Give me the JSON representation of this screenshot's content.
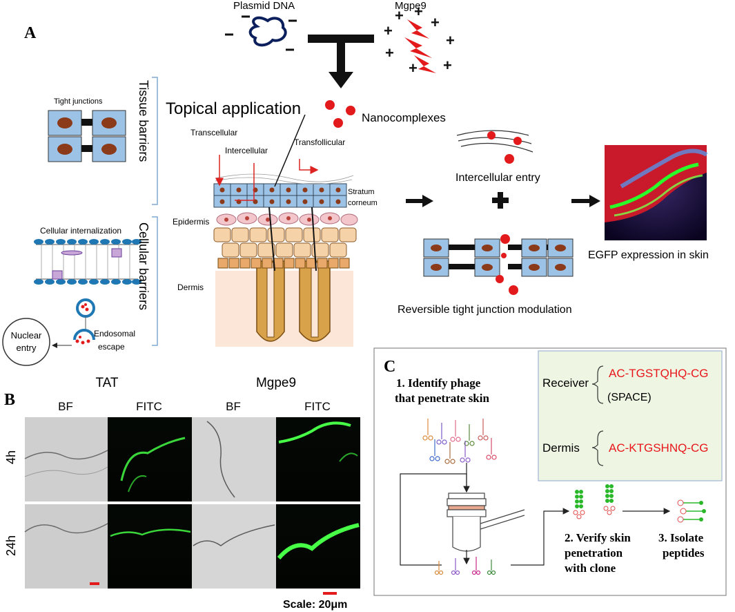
{
  "panel_a": {
    "label": "A",
    "plasmid_label": "Plasmid DNA",
    "mgpe9_label": "Mgpe9",
    "topical_application": "Topical application",
    "nanocomplexes": "Nanocomplexes",
    "tissue_barriers": "Tissue barriers",
    "cellular_barriers": "Cellular barriers",
    "tight_junctions": "Tight junctions",
    "cellular_internalization": "Cellular  internalization",
    "endosomal_escape_1": "Endosomal",
    "endosomal_escape_2": "escape",
    "nuclear_entry_1": "Nuclear",
    "nuclear_entry_2": "entry",
    "transcellular": "Transcellular",
    "intercellular": "Intercellular",
    "transfollicular": "Transfollicular",
    "stratum_1": "Stratum",
    "stratum_2": "corneum",
    "epidermis": "Epidermis",
    "dermis": "Dermis",
    "intercellular_entry": "Intercellular entry",
    "reversible_tj": "Reversible tight junction modulation",
    "egfp_expression": "EGFP expression in skin",
    "colors": {
      "cell_fill": "#9cc3e6",
      "nucleus": "#8b3a1a",
      "particle": "#e31a1c",
      "pink_cell": "#f3c6cc",
      "tan_cell": "#f6d2a8"
    }
  },
  "panel_b": {
    "label": "B",
    "groups": [
      "TAT",
      "Mgpe9"
    ],
    "columns": [
      "BF",
      "FITC",
      "BF",
      "FITC"
    ],
    "rows": [
      "4h",
      "24h"
    ],
    "scale_prefix": "Scale:",
    "scale_value": "20μm"
  },
  "panel_c": {
    "label": "C",
    "step1_line1": "1. Identify phage",
    "step1_line2": "that penetrate skin",
    "step2_line1": "2. Verify skin",
    "step2_line2": "penetration",
    "step2_line3": "with clone",
    "step3_line1": "3. Isolate",
    "step3_line2": "peptides",
    "receiver_label": "Receiver",
    "receiver_seq": "AC-TGSTQHQ-CG",
    "receiver_note": "(SPACE)",
    "dermis_label": "Dermis",
    "dermis_seq": "AC-KTGSHNQ-CG",
    "colors": {
      "seq_text": "#e8161b",
      "box_fill": "#eef5e2"
    }
  }
}
